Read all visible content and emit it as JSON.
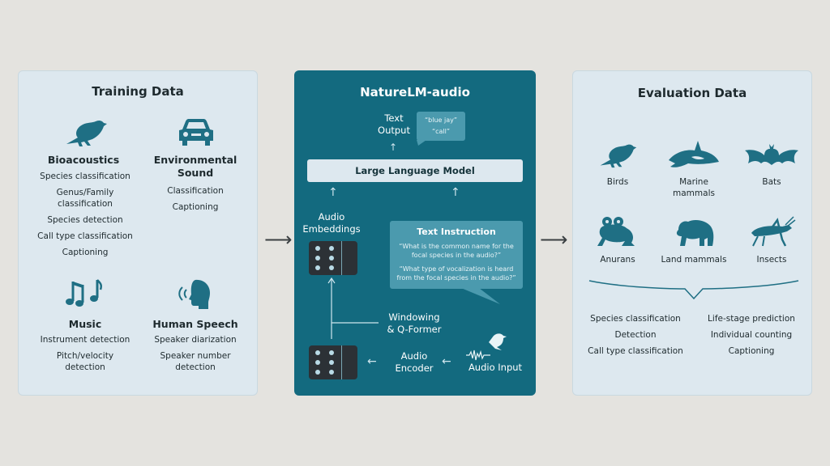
{
  "training": {
    "title": "Training Data",
    "bio_title": "Bioacoustics",
    "bio_items": [
      "Species classification",
      "Genus/Family",
      "classification",
      "Species detection",
      "Call type classification",
      "Captioning"
    ],
    "env_title_1": "Environmental",
    "env_title_2": "Sound",
    "env_items": [
      "Classification",
      "Captioning"
    ],
    "music_title": "Music",
    "music_items": [
      "Instrument detection",
      "Pitch/velocity",
      "detection"
    ],
    "speech_title": "Human Speech",
    "speech_items": [
      "Speaker diarization",
      "Speaker number",
      "detection"
    ]
  },
  "model": {
    "title": "NatureLM-audio",
    "text_output_1": "Text",
    "text_output_2": "Output",
    "output_example_1": "“blue jay”",
    "output_example_2": "“call”",
    "llm": "Large Language Model",
    "audio_emb_1": "Audio",
    "audio_emb_2": "Embeddings",
    "instruction_title": "Text Instruction",
    "instruction_q1a": "“What is the common name for the",
    "instruction_q1b": "focal species in the audio?”",
    "instruction_q2a": "“What type of vocalization is heard",
    "instruction_q2b": "from the focal species in the audio?”",
    "windowing_1": "Windowing",
    "windowing_2": "& Q-Former",
    "encoder_1": "Audio",
    "encoder_2": "Encoder",
    "audio_input": "Audio Input"
  },
  "evaluation": {
    "title": "Evaluation Data",
    "animals": [
      "Birds",
      "Marine",
      "mammals",
      "Bats",
      "Anurans",
      "Land mammals",
      "Insects"
    ],
    "tasks_left": [
      "Species classification",
      "Detection",
      "Call type classification"
    ],
    "tasks_right": [
      "Life-stage prediction",
      "Individual counting",
      "Captioning"
    ]
  },
  "colors": {
    "accent": "#136a7f",
    "icon": "#1f6f84",
    "panel": "#dde8ef"
  }
}
